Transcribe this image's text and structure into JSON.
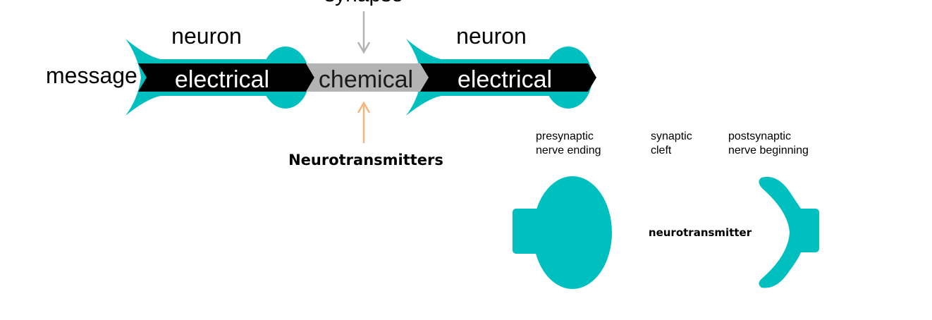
{
  "top_diagram": {
    "labels": {
      "synapse": "synapse",
      "neuron_left": "neuron",
      "neuron_right": "neuron",
      "message": "message",
      "neurotransmitters": "Neurotransmitters"
    },
    "segments": [
      {
        "label": "electrical",
        "fill": "#000000",
        "text_color": "#ffffff"
      },
      {
        "label": "chemical",
        "fill": "#b3b3b3",
        "text_color": "#1a1a1a"
      },
      {
        "label": "electrical",
        "fill": "#000000",
        "text_color": "#ffffff"
      }
    ]
  },
  "bottom_diagram": {
    "presynaptic": {
      "line1": "presynaptic",
      "line2": "nerve ending"
    },
    "cleft": {
      "line1": "synaptic",
      "line2": "cleft"
    },
    "postsynaptic": {
      "line1": "postsynaptic",
      "line2": "nerve beginning"
    },
    "center_label": "neurotransmitter"
  },
  "colors": {
    "neuron": "#00bfbf",
    "synapse_arrow": "#b3b3b3",
    "neurotransmitter_arrow": "#f5b57a"
  }
}
